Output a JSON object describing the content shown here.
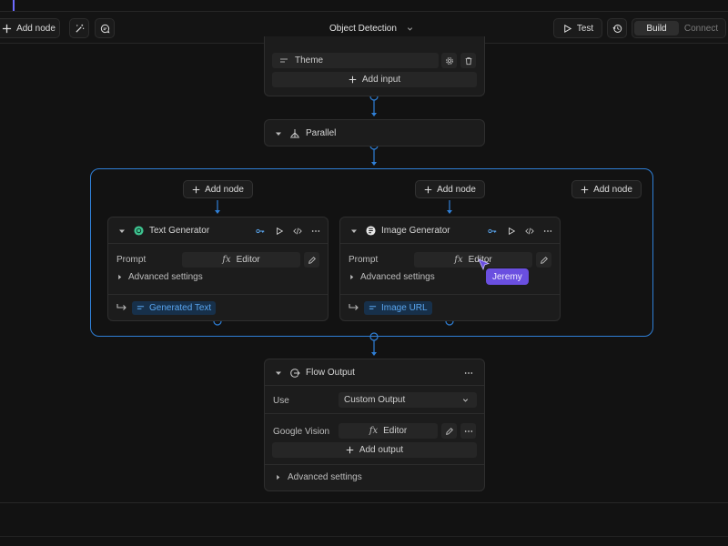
{
  "toolbar": {
    "add_node_label": "Add node",
    "flow_title": "Object Detection",
    "test_label": "Test",
    "build_label": "Build",
    "connect_label": "Connect"
  },
  "input_node": {
    "field_label": "Theme",
    "add_input_label": "Add input"
  },
  "parallel_node": {
    "label": "Parallel"
  },
  "group": {
    "add_node_left": "Add node",
    "add_node_right": "Add node",
    "add_node_extra": "Add node"
  },
  "text_generator": {
    "title": "Text Generator",
    "prompt_label": "Prompt",
    "editor_label": "Editor",
    "advanced_label": "Advanced settings",
    "output_chip": "Generated Text"
  },
  "image_generator": {
    "title": "Image Generator",
    "prompt_label": "Prompt",
    "editor_label": "Editor",
    "advanced_label": "Advanced settings",
    "output_chip": "Image URL"
  },
  "cursor": {
    "user": "Jeremy",
    "color": "#6a4fe0"
  },
  "output_node": {
    "title": "Flow Output",
    "use_label": "Use",
    "use_value": "Custom Output",
    "field_label": "Google Vision",
    "editor_label": "Editor",
    "add_output_label": "Add output",
    "advanced_label": "Advanced settings"
  },
  "colors": {
    "background": "#121212",
    "node": "#1c1c1c",
    "accent_blue": "#2f7fd6",
    "text_generator_icon": "#3ec28f"
  }
}
